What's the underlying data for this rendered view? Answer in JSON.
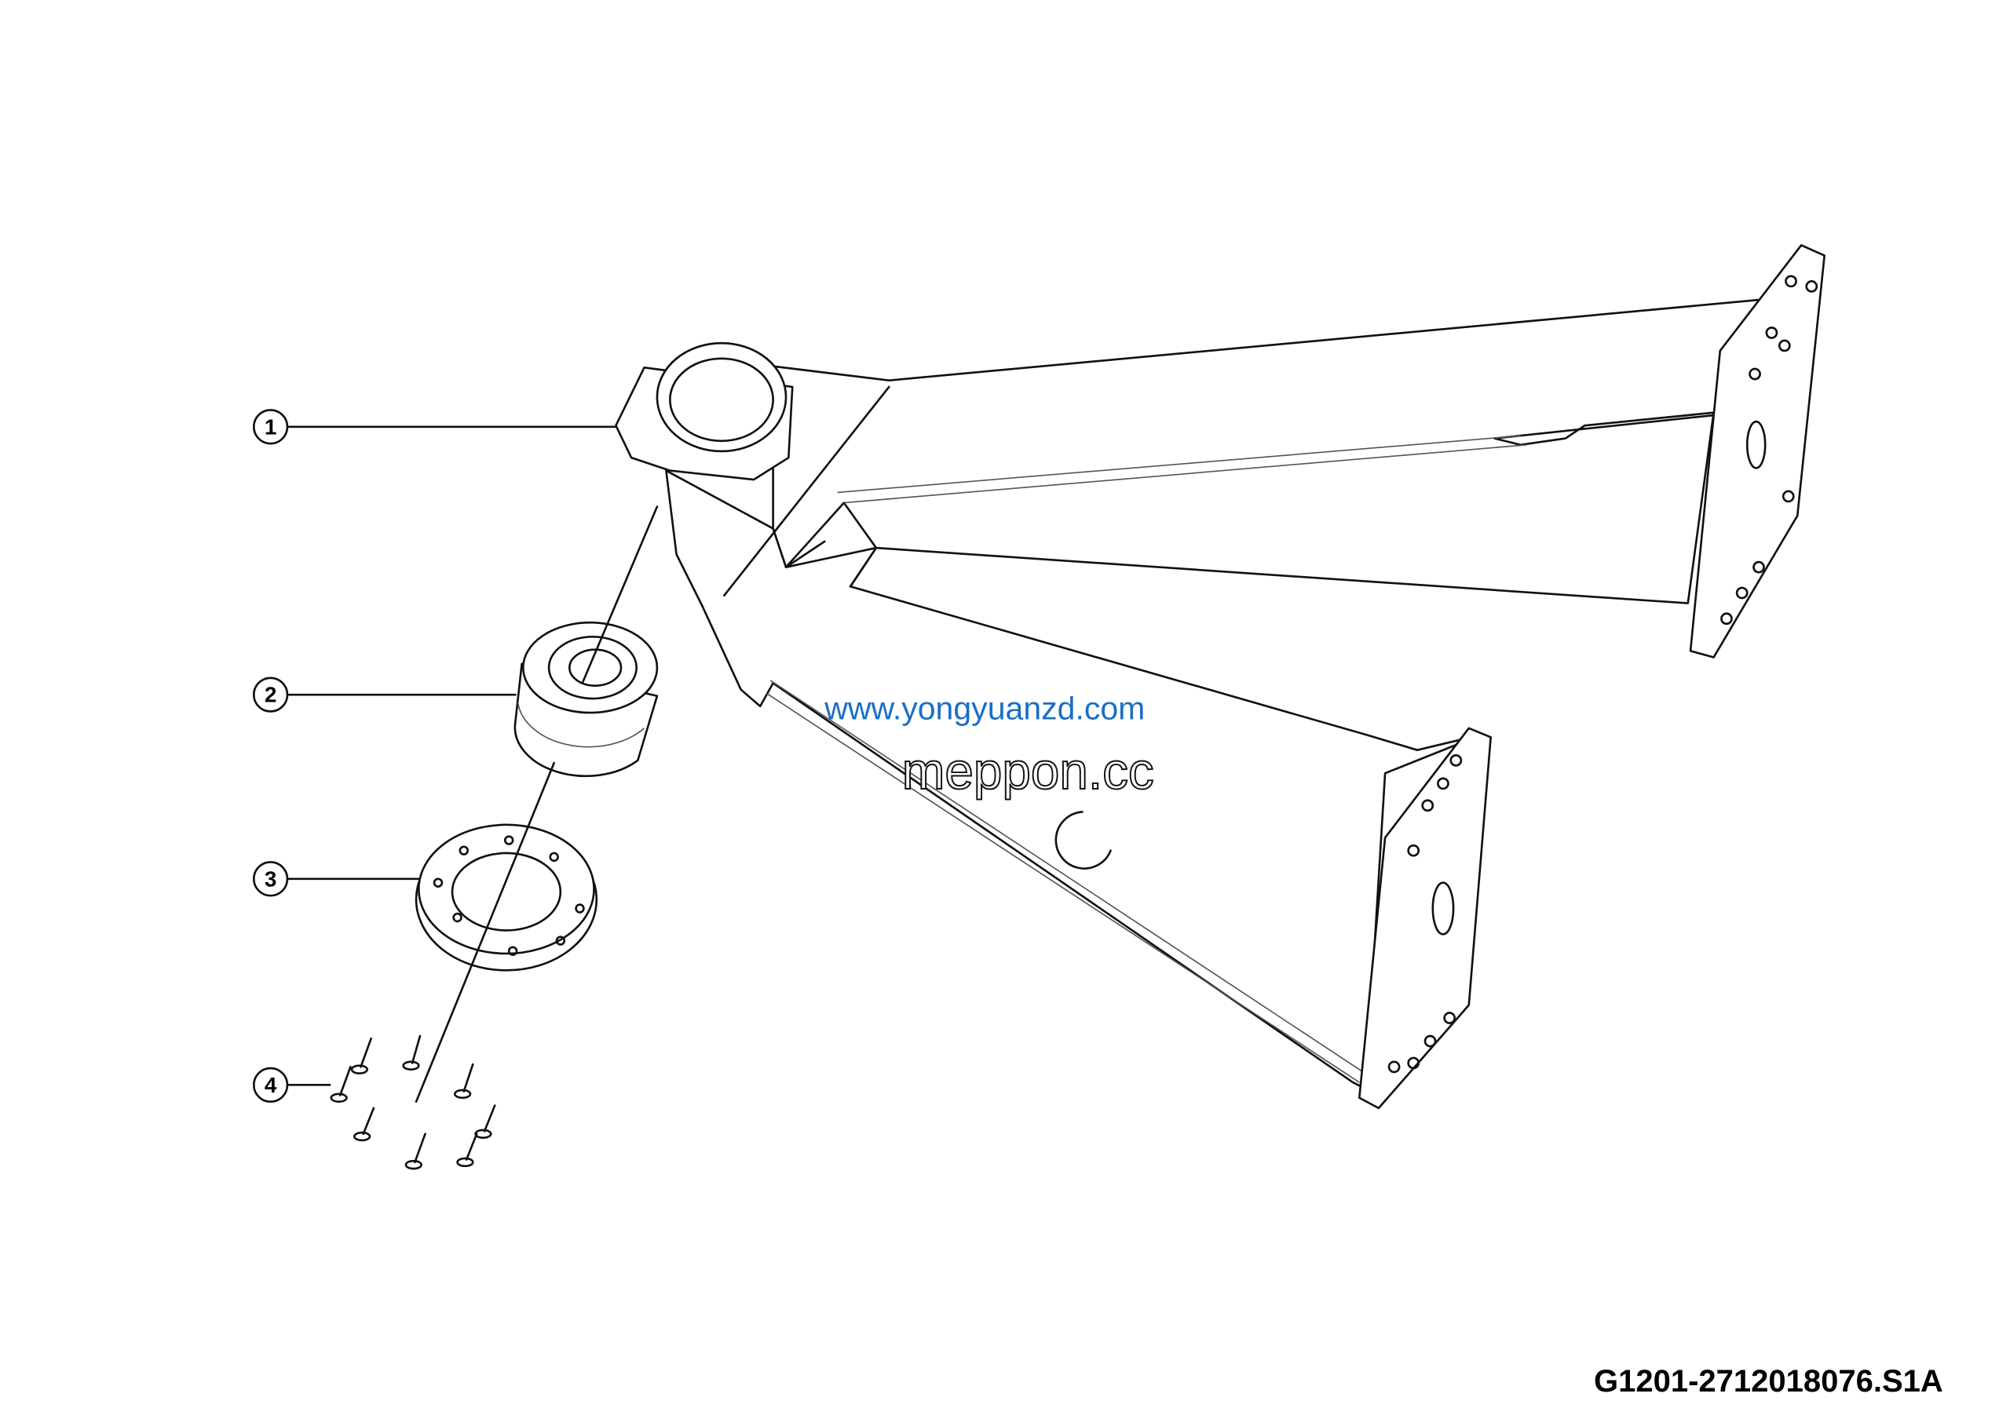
{
  "diagram": {
    "callouts": [
      {
        "number": "1"
      },
      {
        "number": "2"
      },
      {
        "number": "3"
      },
      {
        "number": "4"
      }
    ],
    "drawing_code": "G1201-2712018076.S1A",
    "watermarks": {
      "url": "www.yongyuanzd.com",
      "outline_text": "meppon.cc"
    },
    "colors": {
      "line": "#111111",
      "watermark_blue": "#1a6fc4"
    }
  }
}
